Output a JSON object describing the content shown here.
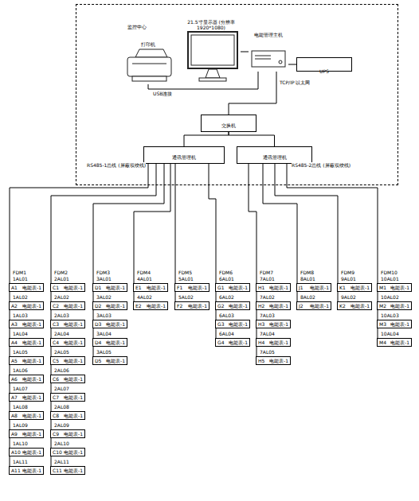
{
  "diagram": {
    "nodes": [
      {
        "text": [
          "监控中心"
        ]
      },
      {
        "text": [
          "打印机"
        ],
        "in": 0
      },
      {
        "text": [
          "21.5寸显示器 (分辨率1920*1080)"
        ],
        "in": 0
      },
      {
        "text": [
          "电能管理主机"
        ],
        "in": 0
      },
      {
        "text": [
          "UPS"
        ],
        "in": 0
      },
      {
        "text": [
          "交换机"
        ],
        "in": 0
      },
      {
        "text": [
          "通讯管理机"
        ],
        "in": 0
      },
      {
        "text": [
          "通讯管理机"
        ],
        "in": 0
      },
      {
        "text": [
          "A1",
          "电能表-1"
        ]
      },
      {
        "text": [
          "A2",
          "电能表-1"
        ]
      },
      {
        "text": [
          "A3",
          "电能表-1"
        ]
      },
      {
        "text": [
          "A4",
          "电能表-1"
        ]
      },
      {
        "text": [
          "A5",
          "电能表-1"
        ]
      },
      {
        "text": [
          "A6",
          "电能表-1"
        ]
      },
      {
        "text": [
          "A7",
          "电能表-1"
        ]
      },
      {
        "text": [
          "A8",
          "电能表-1"
        ]
      },
      {
        "text": [
          "A9",
          "电能表-1"
        ]
      },
      {
        "text": [
          "A10",
          "电能表-1"
        ]
      },
      {
        "text": [
          "A11",
          "电能表-1"
        ]
      },
      {
        "text": [
          "C1",
          "电能表-1"
        ]
      },
      {
        "text": [
          "C2",
          "电能表-1"
        ]
      },
      {
        "text": [
          "C3",
          "电能表-1"
        ]
      },
      {
        "text": [
          "C4",
          "电能表-1"
        ]
      },
      {
        "text": [
          "C5",
          "电能表-1"
        ]
      },
      {
        "text": [
          "C6",
          "电能表-1"
        ]
      },
      {
        "text": [
          "C7",
          "电能表-1"
        ]
      },
      {
        "text": [
          "C8",
          "电能表-1"
        ]
      },
      {
        "text": [
          "C9",
          "电能表-1"
        ]
      },
      {
        "text": [
          "C10",
          "电能表-1"
        ]
      },
      {
        "text": [
          "C11",
          "电能表-1"
        ]
      },
      {
        "text": [
          "D1",
          "电能表-1"
        ]
      },
      {
        "text": [
          "D2",
          "电能表-1"
        ]
      },
      {
        "text": [
          "D3",
          "电能表-1"
        ]
      },
      {
        "text": [
          "D4",
          "电能表-1"
        ]
      },
      {
        "text": [
          "D5",
          "电能表-1"
        ]
      },
      {
        "text": [
          "E1",
          "电能表-1"
        ]
      },
      {
        "text": [
          "E2",
          "电能表-1"
        ]
      },
      {
        "text": [
          "F1",
          "电能表-1"
        ]
      },
      {
        "text": [
          "F2",
          "电能表-1"
        ]
      },
      {
        "text": [
          "G1",
          "电能表-1"
        ]
      },
      {
        "text": [
          "G2",
          "电能表-1"
        ]
      },
      {
        "text": [
          "G3",
          "电能表-1"
        ]
      },
      {
        "text": [
          "G4",
          "电能表-1"
        ]
      },
      {
        "text": [
          "H1",
          "电能表-1"
        ]
      },
      {
        "text": [
          "H2",
          "电能表-1"
        ]
      },
      {
        "text": [
          "H3",
          "电能表-1"
        ]
      },
      {
        "text": [
          "H4",
          "电能表-1"
        ]
      },
      {
        "text": [
          "H5",
          "电能表-1"
        ]
      },
      {
        "text": [
          "J1",
          "电能表-1"
        ]
      },
      {
        "text": [
          "J2",
          "电能表-1"
        ]
      },
      {
        "text": [
          "K1",
          "电能表-1"
        ]
      },
      {
        "text": [
          "K2",
          "电能表-1"
        ]
      },
      {
        "text": [
          "M1",
          "电能表-1"
        ]
      },
      {
        "text": [
          "M2",
          "电能表-1"
        ]
      },
      {
        "text": [
          "M3",
          "电能表-1"
        ]
      },
      {
        "text": [
          "M4",
          "电能表-1"
        ]
      }
    ],
    "edges": [
      {
        "from": 2,
        "to": 3,
        "arrow": "none"
      },
      {
        "from": 1,
        "to": 3,
        "label": "USB连接",
        "arrow": "none"
      },
      {
        "from": 3,
        "to": 4,
        "arrow": "none"
      },
      {
        "from": 3,
        "to": 5,
        "label": "TCP/IP 以太网",
        "arrow": "none"
      },
      {
        "from": 5,
        "to": 6,
        "arrow": "none"
      },
      {
        "from": 5,
        "to": 7,
        "arrow": "none"
      },
      {
        "from": 6,
        "to": 8,
        "arrow": "none"
      },
      {
        "from": 6,
        "to": 19,
        "arrow": "none"
      },
      {
        "from": 6,
        "to": 30,
        "arrow": "none"
      },
      {
        "from": 6,
        "to": 35,
        "arrow": "none"
      },
      {
        "from": 6,
        "to": 37,
        "arrow": "none"
      },
      {
        "from": 6,
        "to": 39,
        "arrow": "none"
      },
      {
        "from": 7,
        "to": 43,
        "arrow": "none"
      },
      {
        "from": 7,
        "to": 48,
        "arrow": "none"
      },
      {
        "from": 7,
        "to": 50,
        "arrow": "none"
      },
      {
        "from": 7,
        "to": 52,
        "arrow": "none"
      },
      {
        "from": 8,
        "to": 9,
        "arrow": "none"
      },
      {
        "from": 9,
        "to": 10,
        "arrow": "none"
      },
      {
        "from": 10,
        "to": 11,
        "arrow": "none"
      },
      {
        "from": 11,
        "to": 12,
        "arrow": "none"
      },
      {
        "from": 12,
        "to": 13,
        "arrow": "none"
      },
      {
        "from": 13,
        "to": 14,
        "arrow": "none"
      },
      {
        "from": 14,
        "to": 15,
        "arrow": "none"
      },
      {
        "from": 15,
        "to": 16,
        "arrow": "none"
      },
      {
        "from": 16,
        "to": 17,
        "arrow": "none"
      },
      {
        "from": 17,
        "to": 18,
        "arrow": "none"
      },
      {
        "from": 19,
        "to": 20,
        "arrow": "none"
      },
      {
        "from": 20,
        "to": 21,
        "arrow": "none"
      },
      {
        "from": 21,
        "to": 22,
        "arrow": "none"
      },
      {
        "from": 22,
        "to": 23,
        "arrow": "none"
      },
      {
        "from": 23,
        "to": 24,
        "arrow": "none"
      },
      {
        "from": 24,
        "to": 25,
        "arrow": "none"
      },
      {
        "from": 25,
        "to": 26,
        "arrow": "none"
      },
      {
        "from": 26,
        "to": 27,
        "arrow": "none"
      },
      {
        "from": 27,
        "to": 28,
        "arrow": "none"
      },
      {
        "from": 28,
        "to": 29,
        "arrow": "none"
      },
      {
        "from": 30,
        "to": 31,
        "arrow": "none"
      },
      {
        "from": 31,
        "to": 32,
        "arrow": "none"
      },
      {
        "from": 32,
        "to": 33,
        "arrow": "none"
      },
      {
        "from": 33,
        "to": 34,
        "arrow": "none"
      },
      {
        "from": 35,
        "to": 36,
        "arrow": "none"
      },
      {
        "from": 37,
        "to": 38,
        "arrow": "none"
      },
      {
        "from": 39,
        "to": 40,
        "arrow": "none"
      },
      {
        "from": 40,
        "to": 41,
        "arrow": "none"
      },
      {
        "from": 41,
        "to": 42,
        "arrow": "none"
      },
      {
        "from": 43,
        "to": 44,
        "arrow": "none"
      },
      {
        "from": 44,
        "to": 45,
        "arrow": "none"
      },
      {
        "from": 45,
        "to": 46,
        "arrow": "none"
      },
      {
        "from": 46,
        "to": 47,
        "arrow": "none"
      },
      {
        "from": 48,
        "to": 49,
        "arrow": "none"
      },
      {
        "from": 50,
        "to": 51,
        "arrow": "none"
      },
      {
        "from": 52,
        "to": 53,
        "arrow": "none"
      },
      {
        "from": 53,
        "to": 54,
        "arrow": "none"
      },
      {
        "from": 54,
        "to": 55,
        "arrow": "none"
      }
    ],
    "labels": [
      "RS485-1总线 (屏蔽双绞线)",
      "RS485-2总线 (屏蔽双绞线)",
      "FDM1",
      "1AL01",
      "1AL02",
      "1AL03",
      "1AL04",
      "1AL05",
      "1AL06",
      "1AL07",
      "1AL08",
      "1AL09",
      "1AL10",
      "1AL11",
      "FDM2",
      "2AL01",
      "2AL02",
      "2AL03",
      "2AL04",
      "2AL05",
      "2AL06",
      "2AL07",
      "2AL08",
      "2AL09",
      "2AL10",
      "2AL11",
      "FDM3",
      "3AL01",
      "3AL02",
      "3AL03",
      "3AL04",
      "3AL05",
      "FDM4",
      "4AL01",
      "4AL02",
      "FDM5",
      "5AL01",
      "5AL02",
      "FDM6",
      "6AL01",
      "6AL02",
      "6AL03",
      "6AL04",
      "FDM7",
      "7AL01",
      "7AL02",
      "7AL03",
      "7AL04",
      "7AL05",
      "FDM8",
      "8AL01",
      "8AL02",
      "FDM9",
      "9AL01",
      "9AL02",
      "FDM10",
      "10AL01",
      "10AL02",
      "10AL03",
      "10AL04"
    ]
  }
}
